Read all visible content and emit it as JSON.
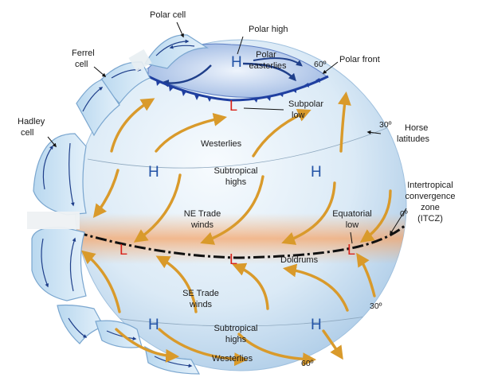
{
  "labels": {
    "polar_cell": "Polar cell",
    "polar_high": "Polar high",
    "ferrel": "Ferrel",
    "cell_1": "cell",
    "hadley": "Hadley",
    "cell_2": "cell",
    "polar_easterlies_1": "Polar",
    "polar_easterlies_2": "easterlies",
    "sixty_north": "60º",
    "polar_front": "Polar front",
    "subpolar_1": "Subpolar",
    "subpolar_2": "low",
    "thirty_north": "30º",
    "horse_1": "Horse",
    "horse_2": "latitudes",
    "westerlies_north": "Westerlies",
    "subtropical_north_1": "Subtropical",
    "subtropical_north_2": "highs",
    "itcz_1": "Intertropical",
    "itcz_2": "convergence",
    "itcz_3": "zone",
    "itcz_4": "(ITCZ)",
    "ne_trade_1": "NE Trade",
    "ne_trade_2": "winds",
    "equatorial_1": "Equatorial",
    "equatorial_2": "low",
    "zero_deg": "0º",
    "doldrums": "Doldrums",
    "se_trade_1": "SE Trade",
    "se_trade_2": "winds",
    "thirty_south": "30º",
    "subtropical_south_1": "Subtropical",
    "subtropical_south_2": "highs",
    "westerlies_south": "Westerlies",
    "sixty_south": "60º"
  },
  "pressure_symbols": {
    "high": "H",
    "low": "L"
  },
  "colors": {
    "high_pressure": "#2353a6",
    "low_pressure": "#d8231b",
    "surface_wind_arrows": "#d99a2b",
    "cell_circulation": "#1f3f8a",
    "polar_front_line": "#1f3fa0",
    "itcz_line": "#111111",
    "globe_light": "#f4f9fd",
    "globe_shade": "#a9c9e6",
    "equator_warm": "#f5b27a"
  }
}
